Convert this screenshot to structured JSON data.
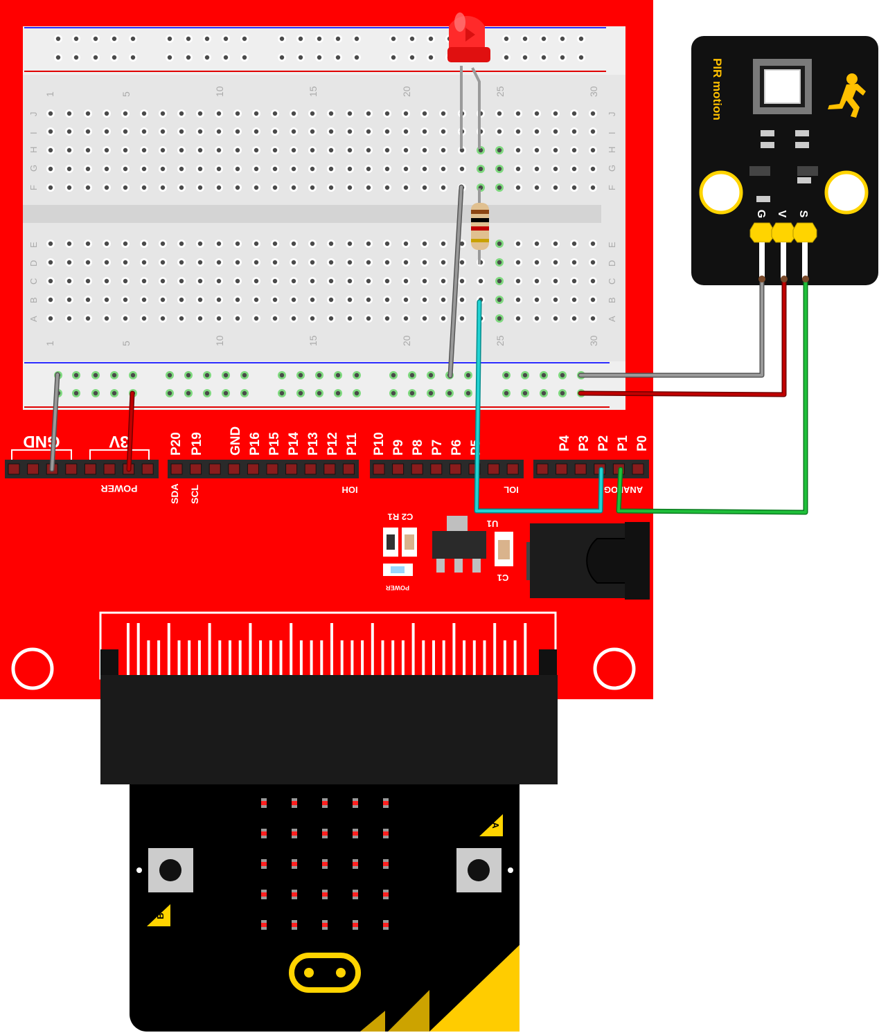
{
  "breadboard": {
    "col_numbers": [
      "1",
      "5",
      "10",
      "15",
      "20",
      "25",
      "30"
    ],
    "row_letters_top": [
      "J",
      "I",
      "H",
      "G",
      "F"
    ],
    "row_letters_bottom": [
      "E",
      "D",
      "C",
      "B",
      "A"
    ]
  },
  "expansion_board": {
    "gnd_label": "GND",
    "v3_label": "3V",
    "power_label": "POWER",
    "pin_labels_left": [
      "P20",
      "P19",
      "GND",
      "P16",
      "P15",
      "P14",
      "P13",
      "P12",
      "P11"
    ],
    "pin_labels_mid": [
      "P10",
      "P9",
      "P8",
      "P7",
      "P6",
      "P5"
    ],
    "pin_labels_right": [
      "P4",
      "P3",
      "P2",
      "P1",
      "P0"
    ],
    "sda_label": "SDA",
    "scl_label": "SCL",
    "ioh_label": "IOH",
    "iol_label": "IOL",
    "analog_label": "ANALOG",
    "c2r1_label": "C2 R1",
    "u1_label": "U1",
    "c1_label": "C1",
    "power_led_label": "POWER"
  },
  "pir_module": {
    "title": "PIR motion",
    "pin_g": "G",
    "pin_v": "V",
    "pin_s": "S"
  },
  "microbit": {
    "button_a": "A",
    "button_b": "B"
  },
  "colors": {
    "board_red": "#ff0000",
    "wire_gray": "#8a8a8a",
    "wire_red": "#c00000",
    "wire_cyan": "#22d3d3",
    "wire_green": "#1fbf3a",
    "pir_yellow": "#ffd400"
  }
}
